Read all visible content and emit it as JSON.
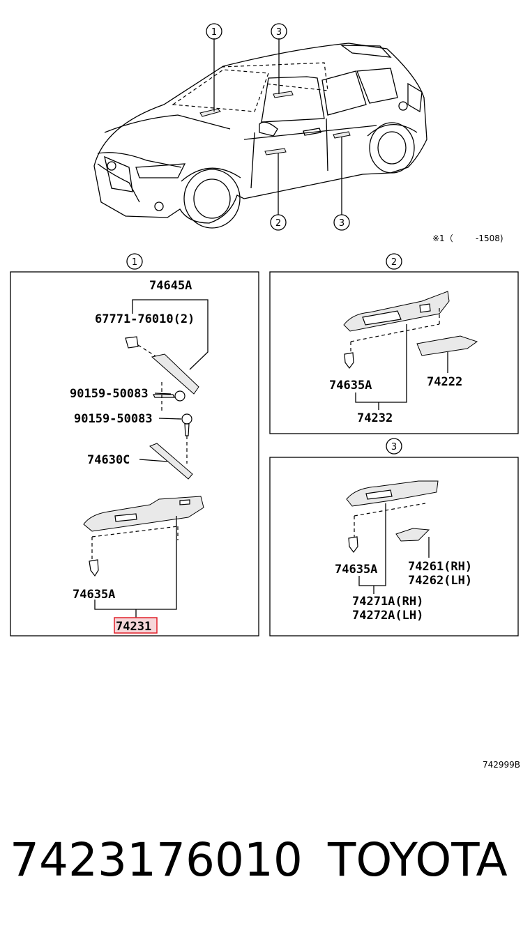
{
  "callouts": {
    "c1": "1",
    "c2": "2",
    "c3": "3"
  },
  "note": {
    "mark": "※1（",
    "range": "-1508)"
  },
  "panel1": {
    "p74645A": "74645A",
    "p67771": "67771-76010(2)",
    "p90159a": "90159-50083",
    "p90159b": "90159-50083",
    "p74630C": "74630C",
    "p74635A": "74635A",
    "p74231": "74231"
  },
  "panel2": {
    "p74635A": "74635A",
    "p74222": "74222",
    "p74232": "74232"
  },
  "panel3": {
    "p74635A": "74635A",
    "p74261": "74261(RH)",
    "p74262": "74262(LH)",
    "p74271A": "74271A(RH)",
    "p74272A": "74272A(LH)"
  },
  "diagram_code": "742999B",
  "footer": {
    "part_number": "7423176010",
    "brand": "TOYOTA"
  },
  "colors": {
    "highlight_border": "#e0202a",
    "highlight_fill": "#f6d6d9"
  }
}
